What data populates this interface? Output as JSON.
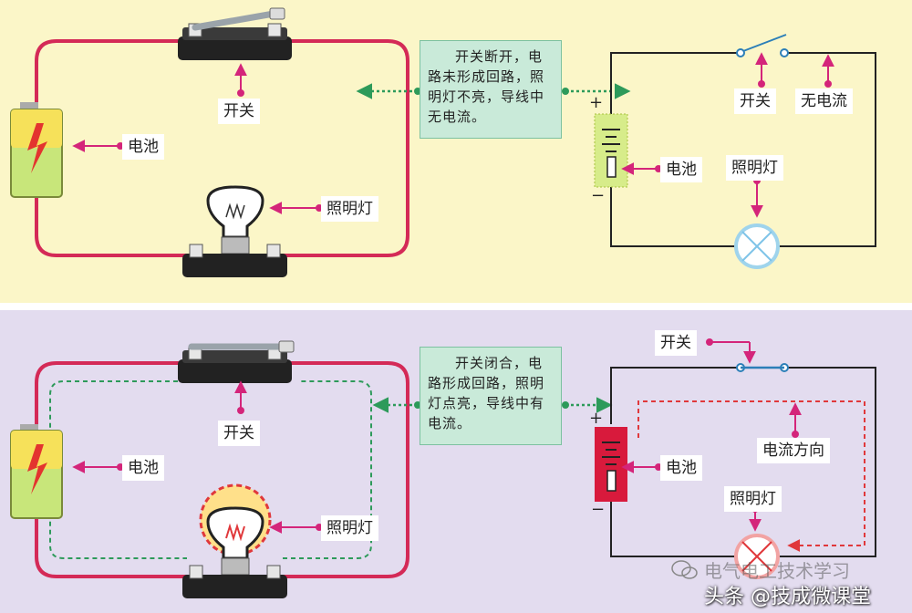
{
  "colors": {
    "top_panel_bg": "#fbf6c8",
    "bottom_panel_bg": "#e3dcef",
    "wire_red": "#d42a57",
    "arrow_magenta": "#d4257a",
    "flow_green": "#2d9a5a",
    "flow_red": "#e0383b",
    "note_bg": "#c9ead9",
    "battery_open_fill": "#c8e67a",
    "battery_closed_fill": "#d81a3c"
  },
  "top": {
    "note": "开关断开，电路未形成回路，照明灯不亮，导线中无电流。",
    "labels": {
      "switch": "开关",
      "battery": "电池",
      "lamp": "照明灯",
      "sch_switch": "开关",
      "sch_no_current": "无电流",
      "sch_battery": "电池",
      "sch_lamp": "照明灯"
    },
    "schematic_plus": "+",
    "schematic_minus": "−"
  },
  "bottom": {
    "note": "开关闭合，电路形成回路，照明灯点亮，导线中有电流。",
    "labels": {
      "switch": "开关",
      "battery": "电池",
      "lamp": "照明灯",
      "sch_switch": "开关",
      "sch_current_dir": "电流方向",
      "sch_battery": "电池",
      "sch_lamp": "照明灯"
    },
    "schematic_plus": "+",
    "schematic_minus": "−"
  },
  "watermark": {
    "ghost": "电气电工技术学习",
    "main": "头条 @技成微课堂"
  },
  "icons": [
    "switch-lever-icon",
    "battery-icon",
    "lightbulb-icon",
    "lamp-symbol-icon",
    "wechat-icon"
  ]
}
